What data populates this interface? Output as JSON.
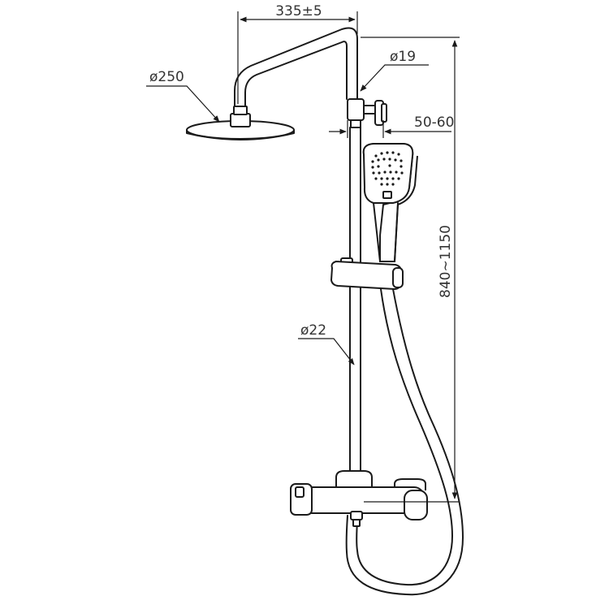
{
  "dimensions": {
    "arm_reach": "335±5",
    "head_diameter": "ø250",
    "upper_pipe_diameter": "ø19",
    "wall_offset": "50-60",
    "height_range": "840~1150",
    "rail_diameter": "ø22"
  },
  "colors": {
    "line": "#1a1a1a",
    "text": "#333333",
    "background": "#ffffff"
  }
}
